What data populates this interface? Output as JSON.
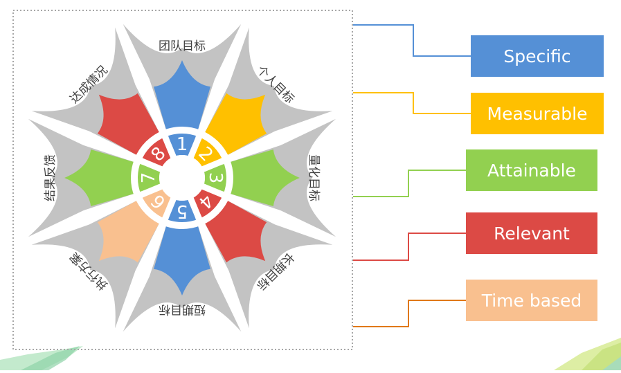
{
  "wheel": {
    "segments": [
      {
        "number": "1",
        "label": "团队目标",
        "color": "#5590D6"
      },
      {
        "number": "2",
        "label": "个人目标",
        "color": "#FFC000"
      },
      {
        "number": "3",
        "label": "量化目标",
        "color": "#92D050"
      },
      {
        "number": "4",
        "label": "长期目标",
        "color": "#DC4A45"
      },
      {
        "number": "5",
        "label": "短期目标",
        "color": "#5590D6"
      },
      {
        "number": "6",
        "label": "执行方案",
        "color": "#F9C08F"
      },
      {
        "number": "7",
        "label": "结果反馈",
        "color": "#92D050"
      },
      {
        "number": "8",
        "label": "达成情况",
        "color": "#DC4A45"
      }
    ],
    "petal_color": "#C3C3C3",
    "border_color": "#A6A6A6"
  },
  "smart": [
    {
      "label": "Specific",
      "color": "#5590D6",
      "line_color": "#5590D6"
    },
    {
      "label": "Measurable",
      "color": "#FFC000",
      "line_color": "#FFC000"
    },
    {
      "label": "Attainable",
      "color": "#92D050",
      "line_color": "#92D050"
    },
    {
      "label": "Relevant",
      "color": "#DC4A45",
      "line_color": "#DC4A45"
    },
    {
      "label": "Time based",
      "color": "#F9C08F",
      "line_color": "#E07818"
    }
  ]
}
